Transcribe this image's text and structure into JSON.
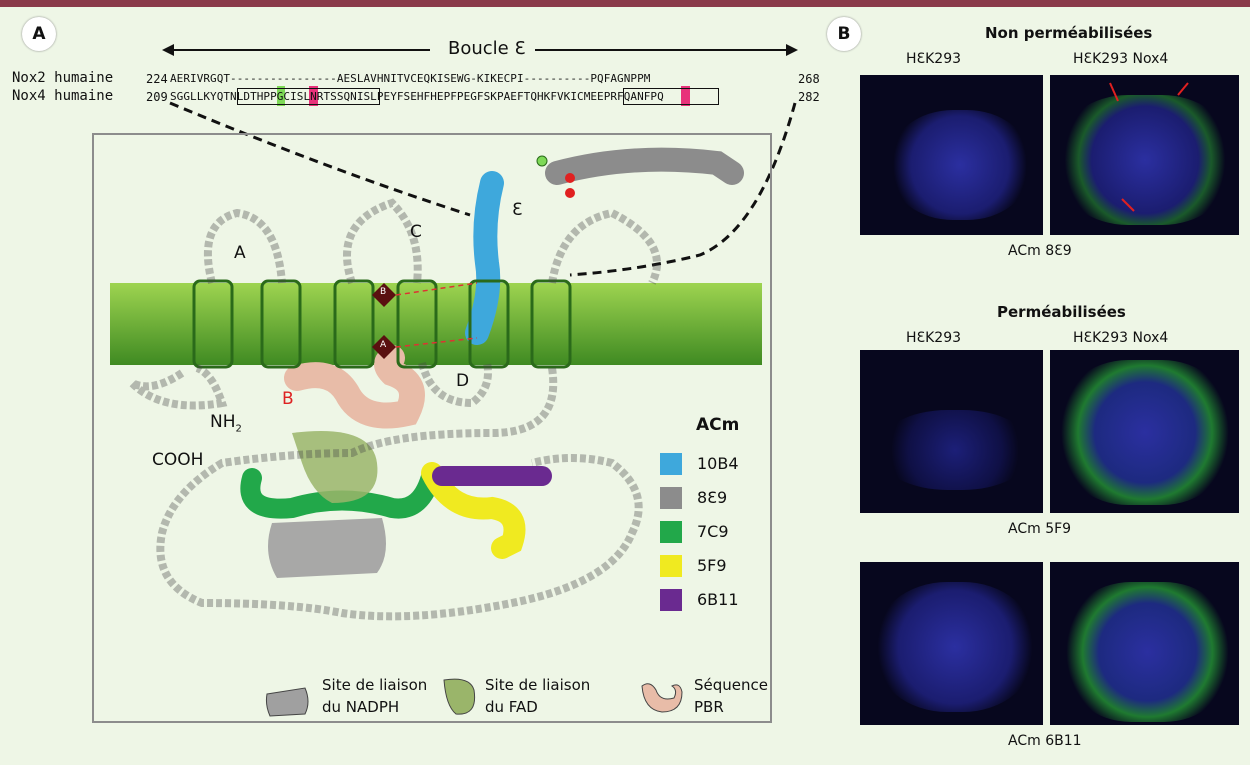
{
  "header": {
    "accent": "#8a3a4a"
  },
  "panel_a": {
    "label": "A",
    "loop_title": "Boucle Ɛ",
    "alignment": [
      {
        "name": "Nox2 humaine",
        "start": "224",
        "seq": "AERIVRGQT----------------AESLAVHNITVCEQKISEWG-KIKECPI----------PQFAGNPPM",
        "end": "268"
      },
      {
        "name": "Nox4 humaine",
        "start": "209",
        "seq": "SGGLLKYQTNLDTHPPGCISLNRTSSQNISLPEYFSEHFHEPFPEGFSKPAEFTQHKFVKICMEEPRFQANFPQ",
        "end": "282"
      }
    ],
    "topology_labels": {
      "A": "A",
      "C": "C",
      "D": "D",
      "E": "Ɛ",
      "B": "B",
      "nh2": "NH",
      "nh2_sub": "2",
      "cooh": "COOH",
      "heme_b": "B",
      "heme_a": "A"
    },
    "legend": {
      "title": "ACm",
      "items": [
        {
          "label": "10B4",
          "color": "#3ea8dc"
        },
        {
          "label": "8Ɛ9",
          "color": "#8c8c8c"
        },
        {
          "label": "7C9",
          "color": "#22a84a"
        },
        {
          "label": "5F9",
          "color": "#f0ea20"
        },
        {
          "label": "6B11",
          "color": "#6a2a90"
        }
      ]
    },
    "sites": [
      {
        "line1": "Site de liaison",
        "line2": "du NADPH",
        "color": "#a0a0a0"
      },
      {
        "line1": "Site de liaison",
        "line2": "du FAD",
        "color": "#9ab56a"
      },
      {
        "line1": "Séquence",
        "line2": "PBR",
        "color": "#e8bca8"
      }
    ]
  },
  "panel_b": {
    "label": "B",
    "nonperm_title": "Non perméabilisées",
    "perm_title": "Perméabilisées",
    "col_left": "HƐK293",
    "col_right": "HƐK293 Nox4",
    "captions": [
      "ACm 8Ɛ9",
      "ACm 5F9",
      "ACm 6B11"
    ]
  }
}
